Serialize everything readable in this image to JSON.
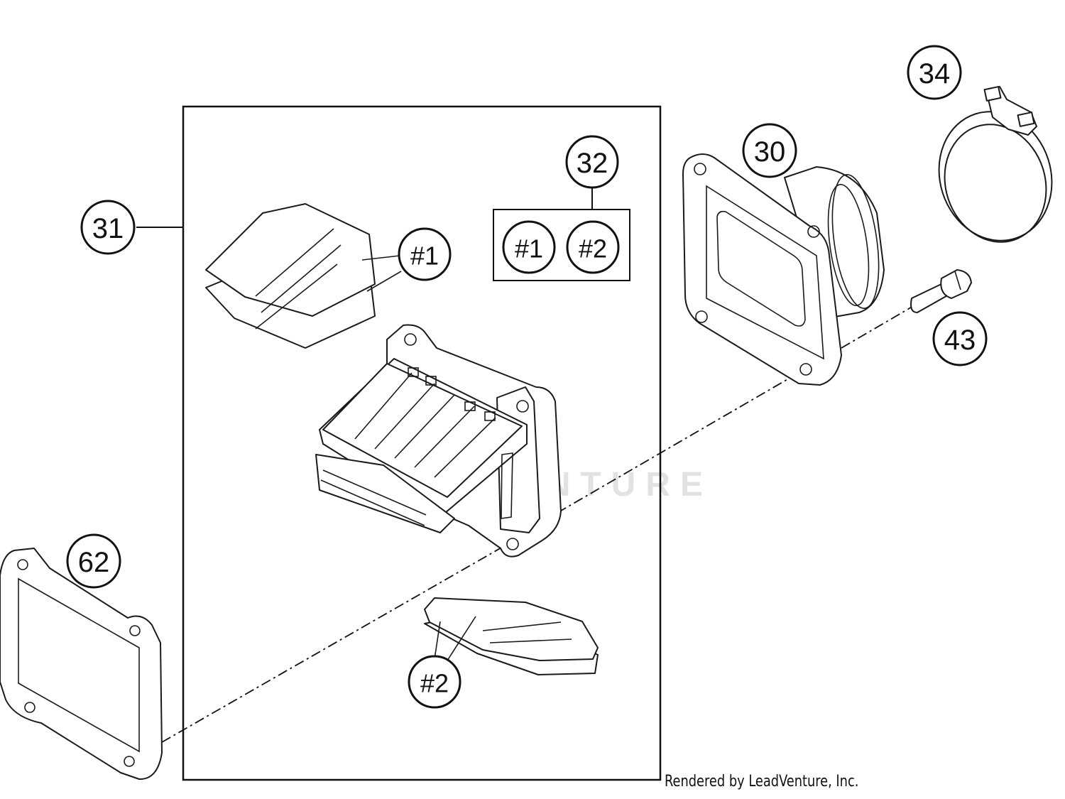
{
  "callouts": {
    "c31": "31",
    "c32": "32",
    "c30": "30",
    "c34": "34",
    "c43": "43",
    "c62": "62",
    "c1a": "#1",
    "c1b": "#1",
    "c2a": "#2",
    "c2b": "#2"
  },
  "watermark": "LEADVENTURE",
  "credit": "Rendered by LeadVenture, Inc."
}
